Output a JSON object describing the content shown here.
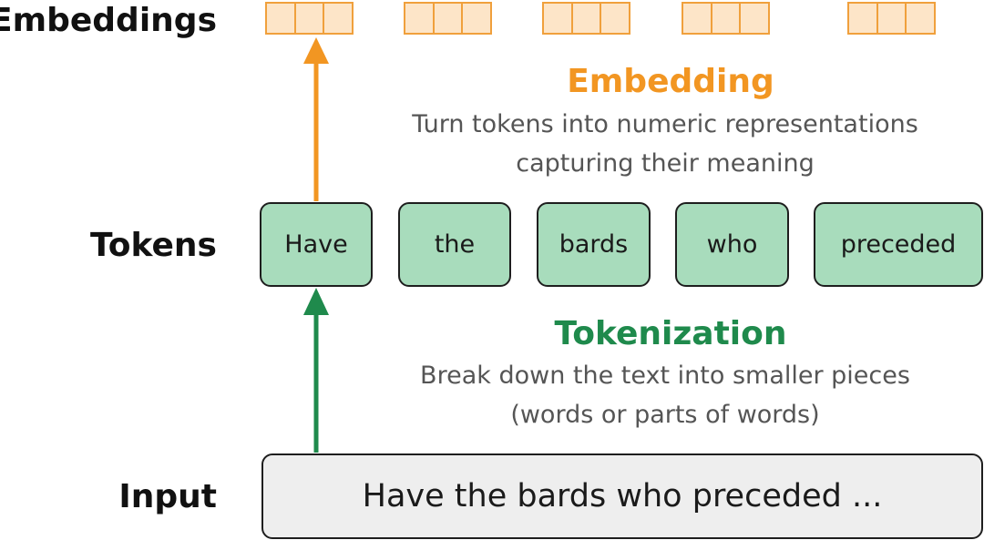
{
  "labels": {
    "embeddings": "Embeddings",
    "tokens": "Tokens",
    "input": "Input"
  },
  "embedding_step": {
    "title": "Embedding",
    "description": [
      "Turn tokens into numeric representations",
      "capturing their meaning"
    ]
  },
  "tokenization_step": {
    "title": "Tokenization",
    "description": [
      "Break down the text into smaller pieces",
      "(words or parts of words)"
    ]
  },
  "tokens": [
    "Have",
    "the",
    "bards",
    "who",
    "preceded"
  ],
  "input_text": "Have the bards who preceded ...",
  "colors": {
    "embedding_accent": "#f29622",
    "embedding_fill": "#fde5c8",
    "tokenization_accent": "#1f8a4c",
    "token_fill": "#a8dcbc",
    "input_fill": "#eeeeee"
  }
}
